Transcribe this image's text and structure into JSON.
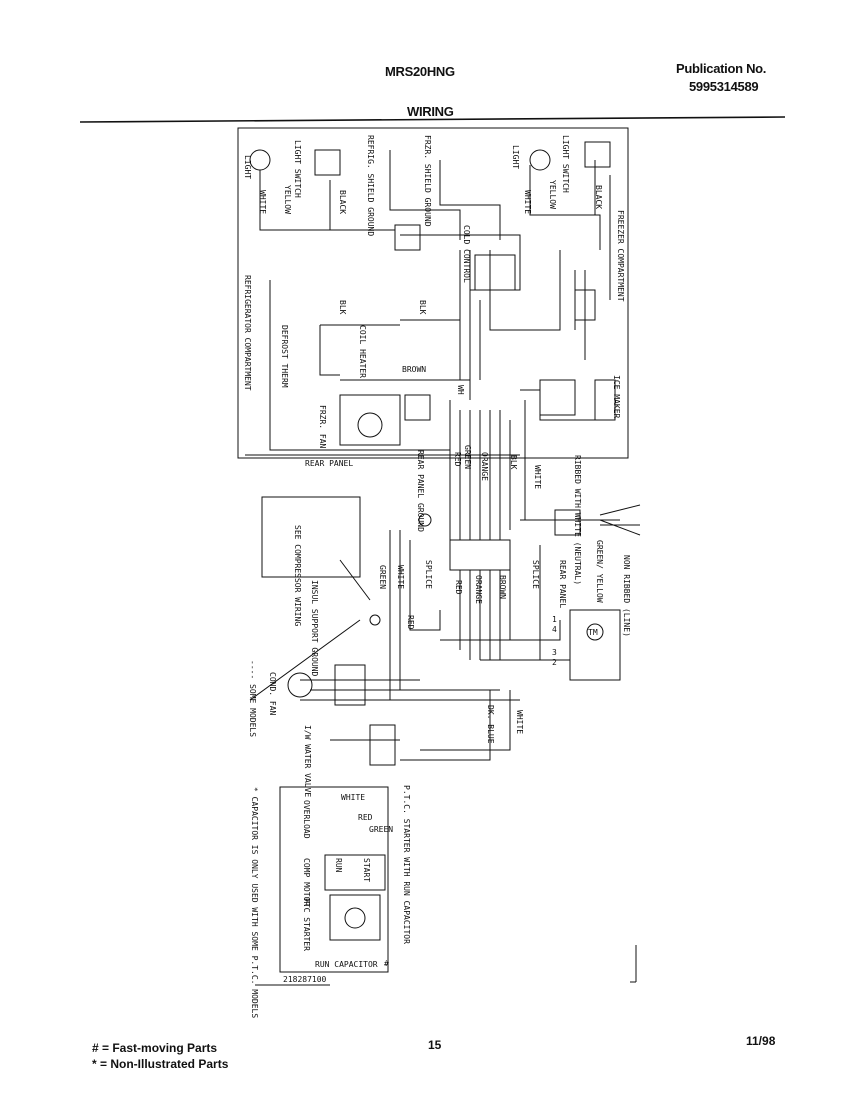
{
  "header": {
    "model": "MRS20HNG",
    "section": "WIRING",
    "publication_label": "Publication No.",
    "publication_no": "5995314589"
  },
  "diagram": {
    "top_left": {
      "light": "LIGHT",
      "light_switch": "LIGHT SWITCH",
      "white": "WHITE",
      "yellow": "YELLOW",
      "black": "BLACK",
      "refrig_shield_ground": "REFRIG. SHIELD GROUND",
      "frzr_shield_ground": "FRZR. SHIELD GROUND"
    },
    "top_right": {
      "light": "LIGHT",
      "light_switch": "LIGHT SWITCH",
      "white": "WHITE",
      "yellow": "YELLOW",
      "black": "BLACK",
      "freezer_compartment": "FREEZER COMPARTMENT"
    },
    "center": {
      "cold_control": "COLD CONTROL",
      "refrigerator_compartment": "REFRIGERATOR COMPARTMENT",
      "defrost_therm": "DEFROST THERM",
      "coil_heater": "COIL HEATER",
      "blk_1": "BLK",
      "blk_2": "BLK",
      "brown_1": "BROWN",
      "frzr_fan": "FRZR. FAN",
      "wh": "WH",
      "ice_maker": "ICE MAKER",
      "rear_panel": "REAR PANEL",
      "red_1": "RED",
      "green_1": "GREEN",
      "orange_1": "ORANGE",
      "blk_3": "BLK",
      "white_1": "WHITE",
      "rear_panel_ground": "REAR PANEL GROUND",
      "ribbed_with_white": "RIBBED WITH WHITE (NEUTRAL)",
      "see_compressor_wiring": "SEE COMPRESSOR WIRING",
      "splice_1": "SPLICE",
      "splice_2": "SPLICE",
      "red_2": "RED",
      "orange_2": "ORANGE",
      "brown_2": "BROWN",
      "white_2": "WHITE",
      "green_2": "GREEN",
      "red_3": "RED",
      "insul_support_ground": "INSUL SUPPORT GROUND",
      "green_yellow": "GREEN/ YELLOW",
      "rear_panel_2": "REAR PANEL",
      "non_ribbed": "NON RIBBED (LINE)",
      "cond_fan": "COND. FAN",
      "some_models": "---- SOME MODELS",
      "dk_blue": "DK. BLUE",
      "white_3": "WHITE",
      "iw_water_valve": "I/W WATER VALVE",
      "timer_1": "1",
      "timer_2": "2",
      "timer_3": "3",
      "timer_4": "4",
      "tm": "TM"
    },
    "bottom": {
      "white": "WHITE",
      "overload": "OVERLOAD",
      "red": "RED",
      "green": "GREEN",
      "run": "RUN",
      "start": "START",
      "comp_motor": "COMP MOTOR",
      "ptc_starter": "PTC STARTER",
      "run_capacitor": "RUN CAPACITOR",
      "ptc_starter_with_run_capacitor": "P.T.C. STARTER WITH RUN CAPACITOR",
      "capacitor_note": "* CAPACITOR IS ONLY USED WITH SOME P.T.C. MODELS",
      "hash": "#",
      "part_code": "218287100"
    }
  },
  "footer": {
    "legend_1": "# = Fast-moving Parts",
    "legend_2": "* = Non-Illustrated Parts",
    "page": "15",
    "date": "11/98"
  }
}
